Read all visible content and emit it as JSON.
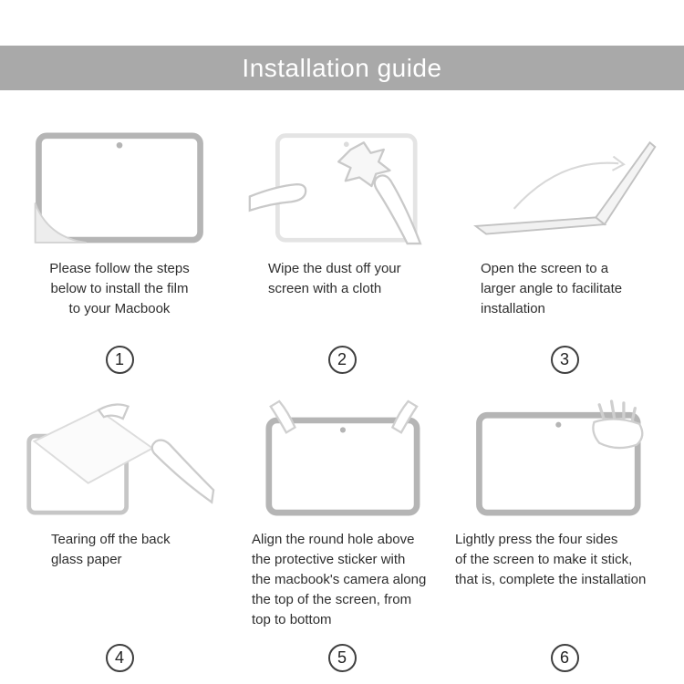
{
  "header": {
    "title": "Installation guide"
  },
  "colors": {
    "header_bg": "#a9a9a9",
    "header_text": "#ffffff",
    "caption_text": "#2e2e2e",
    "line_art": "#c9c9c9",
    "screen_border": "#b5b5b5"
  },
  "steps": [
    {
      "number": "1",
      "caption": "Please follow the steps\nbelow to install the film\nto your Macbook",
      "illustration": "macbook-screen-film-peel"
    },
    {
      "number": "2",
      "caption": "Wipe the dust off your\nscreen with a cloth",
      "illustration": "hands-wiping-screen-with-cloth"
    },
    {
      "number": "3",
      "caption": "Open the screen to a\nlarger angle to facilitate\ninstallation",
      "illustration": "laptop-opened-wide-angle"
    },
    {
      "number": "4",
      "caption": "Tearing off the back\nglass paper",
      "illustration": "hands-tearing-back-paper"
    },
    {
      "number": "5",
      "caption": "Align the round hole above\nthe protective sticker with\nthe macbook's camera along\nthe top of the screen, from\ntop to bottom",
      "illustration": "hands-aligning-film-to-camera"
    },
    {
      "number": "6",
      "caption": "Lightly press the four sides\nof the screen to make it stick,\nthat is, complete the installation",
      "illustration": "hand-pressing-screen-edges"
    }
  ]
}
